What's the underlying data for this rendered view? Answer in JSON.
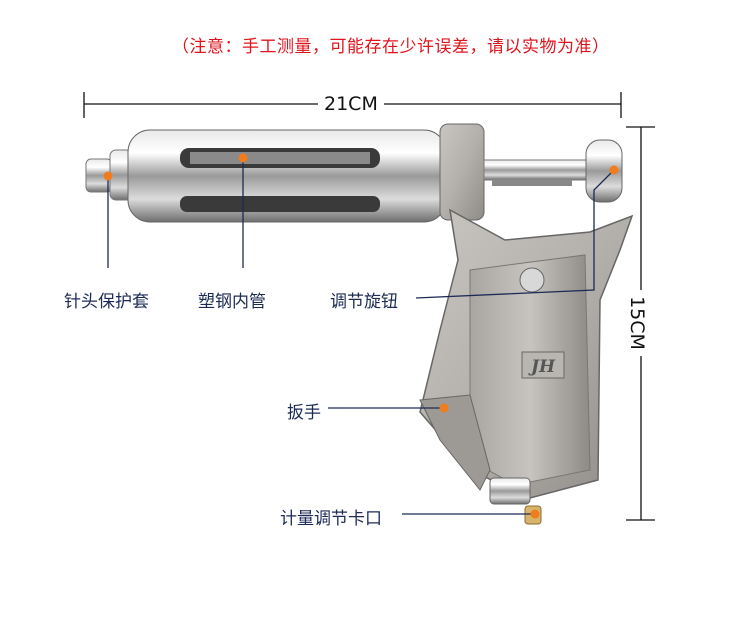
{
  "note": "（注意：手工测量，可能存在少许误差，请以实物为准）",
  "dimensions": {
    "width_label": "21CM",
    "height_label": "15CM"
  },
  "parts": {
    "needle_cap": "针头保护套",
    "steel_tube": "塑钢内管",
    "adjust_knob": "调节旋钮",
    "lever": "扳手",
    "dose_clip": "计量调节卡口"
  },
  "logo_text": "JH",
  "colors": {
    "note": "#e0141c",
    "marker": "#f07c1e",
    "label": "#1c2a55"
  }
}
